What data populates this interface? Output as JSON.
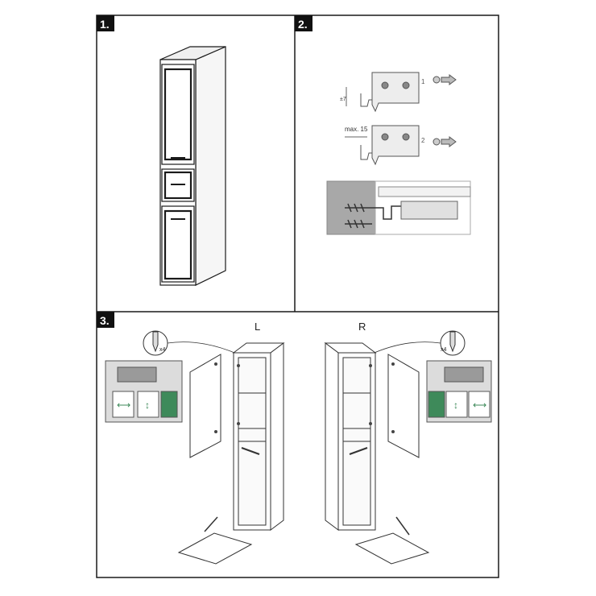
{
  "panels": [
    {
      "number": "1."
    },
    {
      "number": "2."
    },
    {
      "number": "3."
    }
  ],
  "bracket": {
    "adjust_label": "±7",
    "max_label": "max. 15",
    "step1_label": "1",
    "step2_label": "2"
  },
  "doors": {
    "left_label": "L",
    "right_label": "R",
    "screw_count": "x4"
  },
  "colors": {
    "line": "#1a1a1a",
    "wall": "#a8a8a8",
    "hinge_box": "#dcdcdc",
    "highlight_green": "#3e8a5a",
    "badge": "#111111"
  }
}
